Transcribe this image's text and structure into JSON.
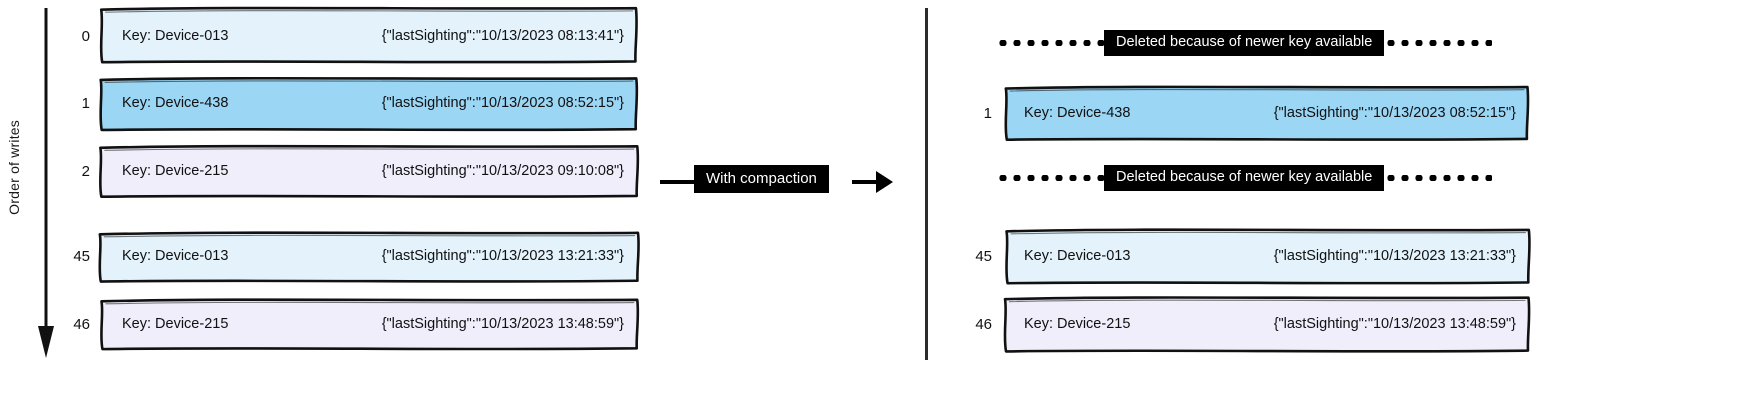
{
  "diagram": {
    "axis_label": "Order of writes",
    "compaction_label": "With compaction",
    "deleted_note": "Deleted because of newer key available"
  },
  "left_panel": {
    "name": "log-without-compaction",
    "rows": [
      {
        "index": "0",
        "key": "Key: Device-013",
        "value": "{\"lastSighting\":\"10/13/2023 08:13:41\"}",
        "color": "#e3f2fb"
      },
      {
        "index": "1",
        "key": "Key: Device-438",
        "value": "{\"lastSighting\":\"10/13/2023 08:52:15\"}",
        "color": "#9bd6f5"
      },
      {
        "index": "2",
        "key": "Key: Device-215",
        "value": "{\"lastSighting\":\"10/13/2023 09:10:08\"}",
        "color": "#f0eefb"
      },
      {
        "index": "45",
        "key": "Key: Device-013",
        "value": "{\"lastSighting\":\"10/13/2023 13:21:33\"}",
        "color": "#e3f2fb"
      },
      {
        "index": "46",
        "key": "Key: Device-215",
        "value": "{\"lastSighting\":\"10/13/2023 13:48:59\"}",
        "color": "#f0eefb"
      }
    ]
  },
  "right_panel": {
    "name": "log-with-compaction",
    "entries": [
      {
        "kind": "deleted",
        "note": "Deleted because of newer key available"
      },
      {
        "kind": "record",
        "index": "1",
        "key": "Key: Device-438",
        "value": "{\"lastSighting\":\"10/13/2023 08:52:15\"}",
        "color": "#9bd6f5"
      },
      {
        "kind": "deleted",
        "note": "Deleted because of newer key available"
      },
      {
        "kind": "record",
        "index": "45",
        "key": "Key: Device-013",
        "value": "{\"lastSighting\":\"10/13/2023 13:21:33\"}",
        "color": "#e3f2fb"
      },
      {
        "kind": "record",
        "index": "46",
        "key": "Key: Device-215",
        "value": "{\"lastSighting\":\"10/13/2023 13:48:59\"}",
        "color": "#f0eefb"
      }
    ]
  },
  "colors": {
    "stroke": "#111111",
    "highlight_blue": "#9bd6f5",
    "light_blue": "#e3f2fb",
    "light_lavender": "#f0eefb",
    "label_bg": "#000000",
    "label_fg": "#ffffff"
  }
}
